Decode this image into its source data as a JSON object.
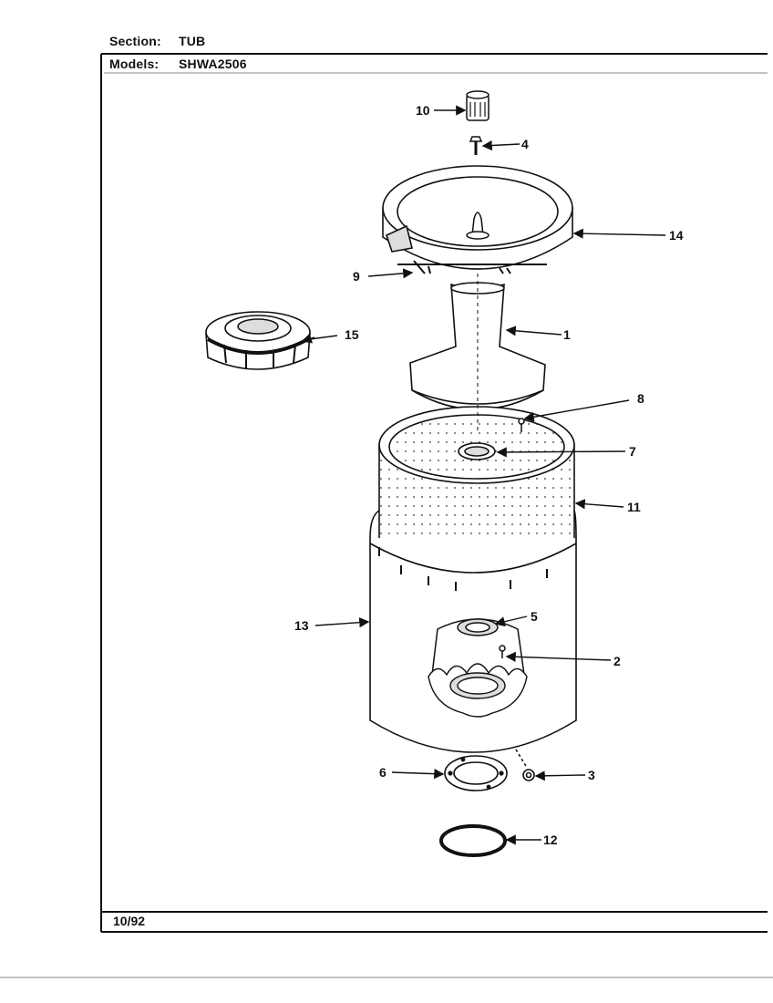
{
  "header": {
    "section_label": "Section:",
    "section_value": "TUB",
    "models_label": "Models:",
    "models_value": "SHWA2506"
  },
  "footer": {
    "date": "10/92"
  },
  "callouts": {
    "c1": "1",
    "c2": "2",
    "c3": "3",
    "c4": "4",
    "c5": "5",
    "c6": "6",
    "c7": "7",
    "c8": "8",
    "c9": "9",
    "c10": "10",
    "c11": "11",
    "c12": "12",
    "c13": "13",
    "c14": "14",
    "c15": "15"
  }
}
